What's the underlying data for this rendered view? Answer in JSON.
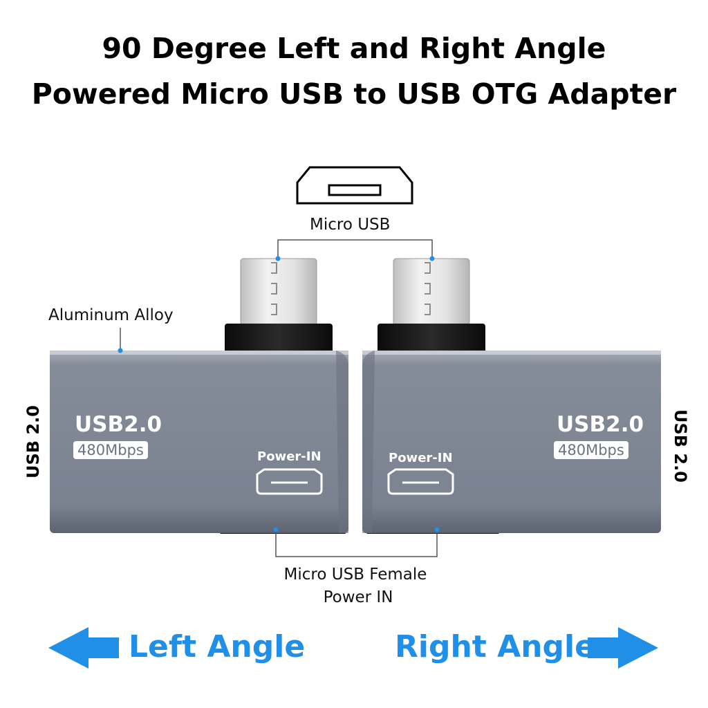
{
  "title": {
    "line1": "90 Degree Left and Right Angle",
    "line2": "Powered Micro USB to USB OTG Adapter"
  },
  "callouts": {
    "micro_usb": "Micro USB",
    "aluminum_alloy": "Aluminum Alloy",
    "female_power_line1": "Micro USB Female",
    "female_power_line2": "Power IN"
  },
  "left_adapter": {
    "usb_label": "USB2.0",
    "speed": "480Mbps",
    "power_label": "Power-IN"
  },
  "right_adapter": {
    "usb_label": "USB2.0",
    "speed": "480Mbps",
    "power_label": "Power-IN"
  },
  "side_labels": {
    "left": "USB 2.0",
    "right": "USB 2.0"
  },
  "directions": {
    "left": "Left Angle",
    "right": "Right Angle"
  },
  "colors": {
    "accent_blue": "#1f8fe8",
    "body_gray": "#7d8593",
    "connector_black": "#141414",
    "metal_silver": "#d9d9d9"
  }
}
